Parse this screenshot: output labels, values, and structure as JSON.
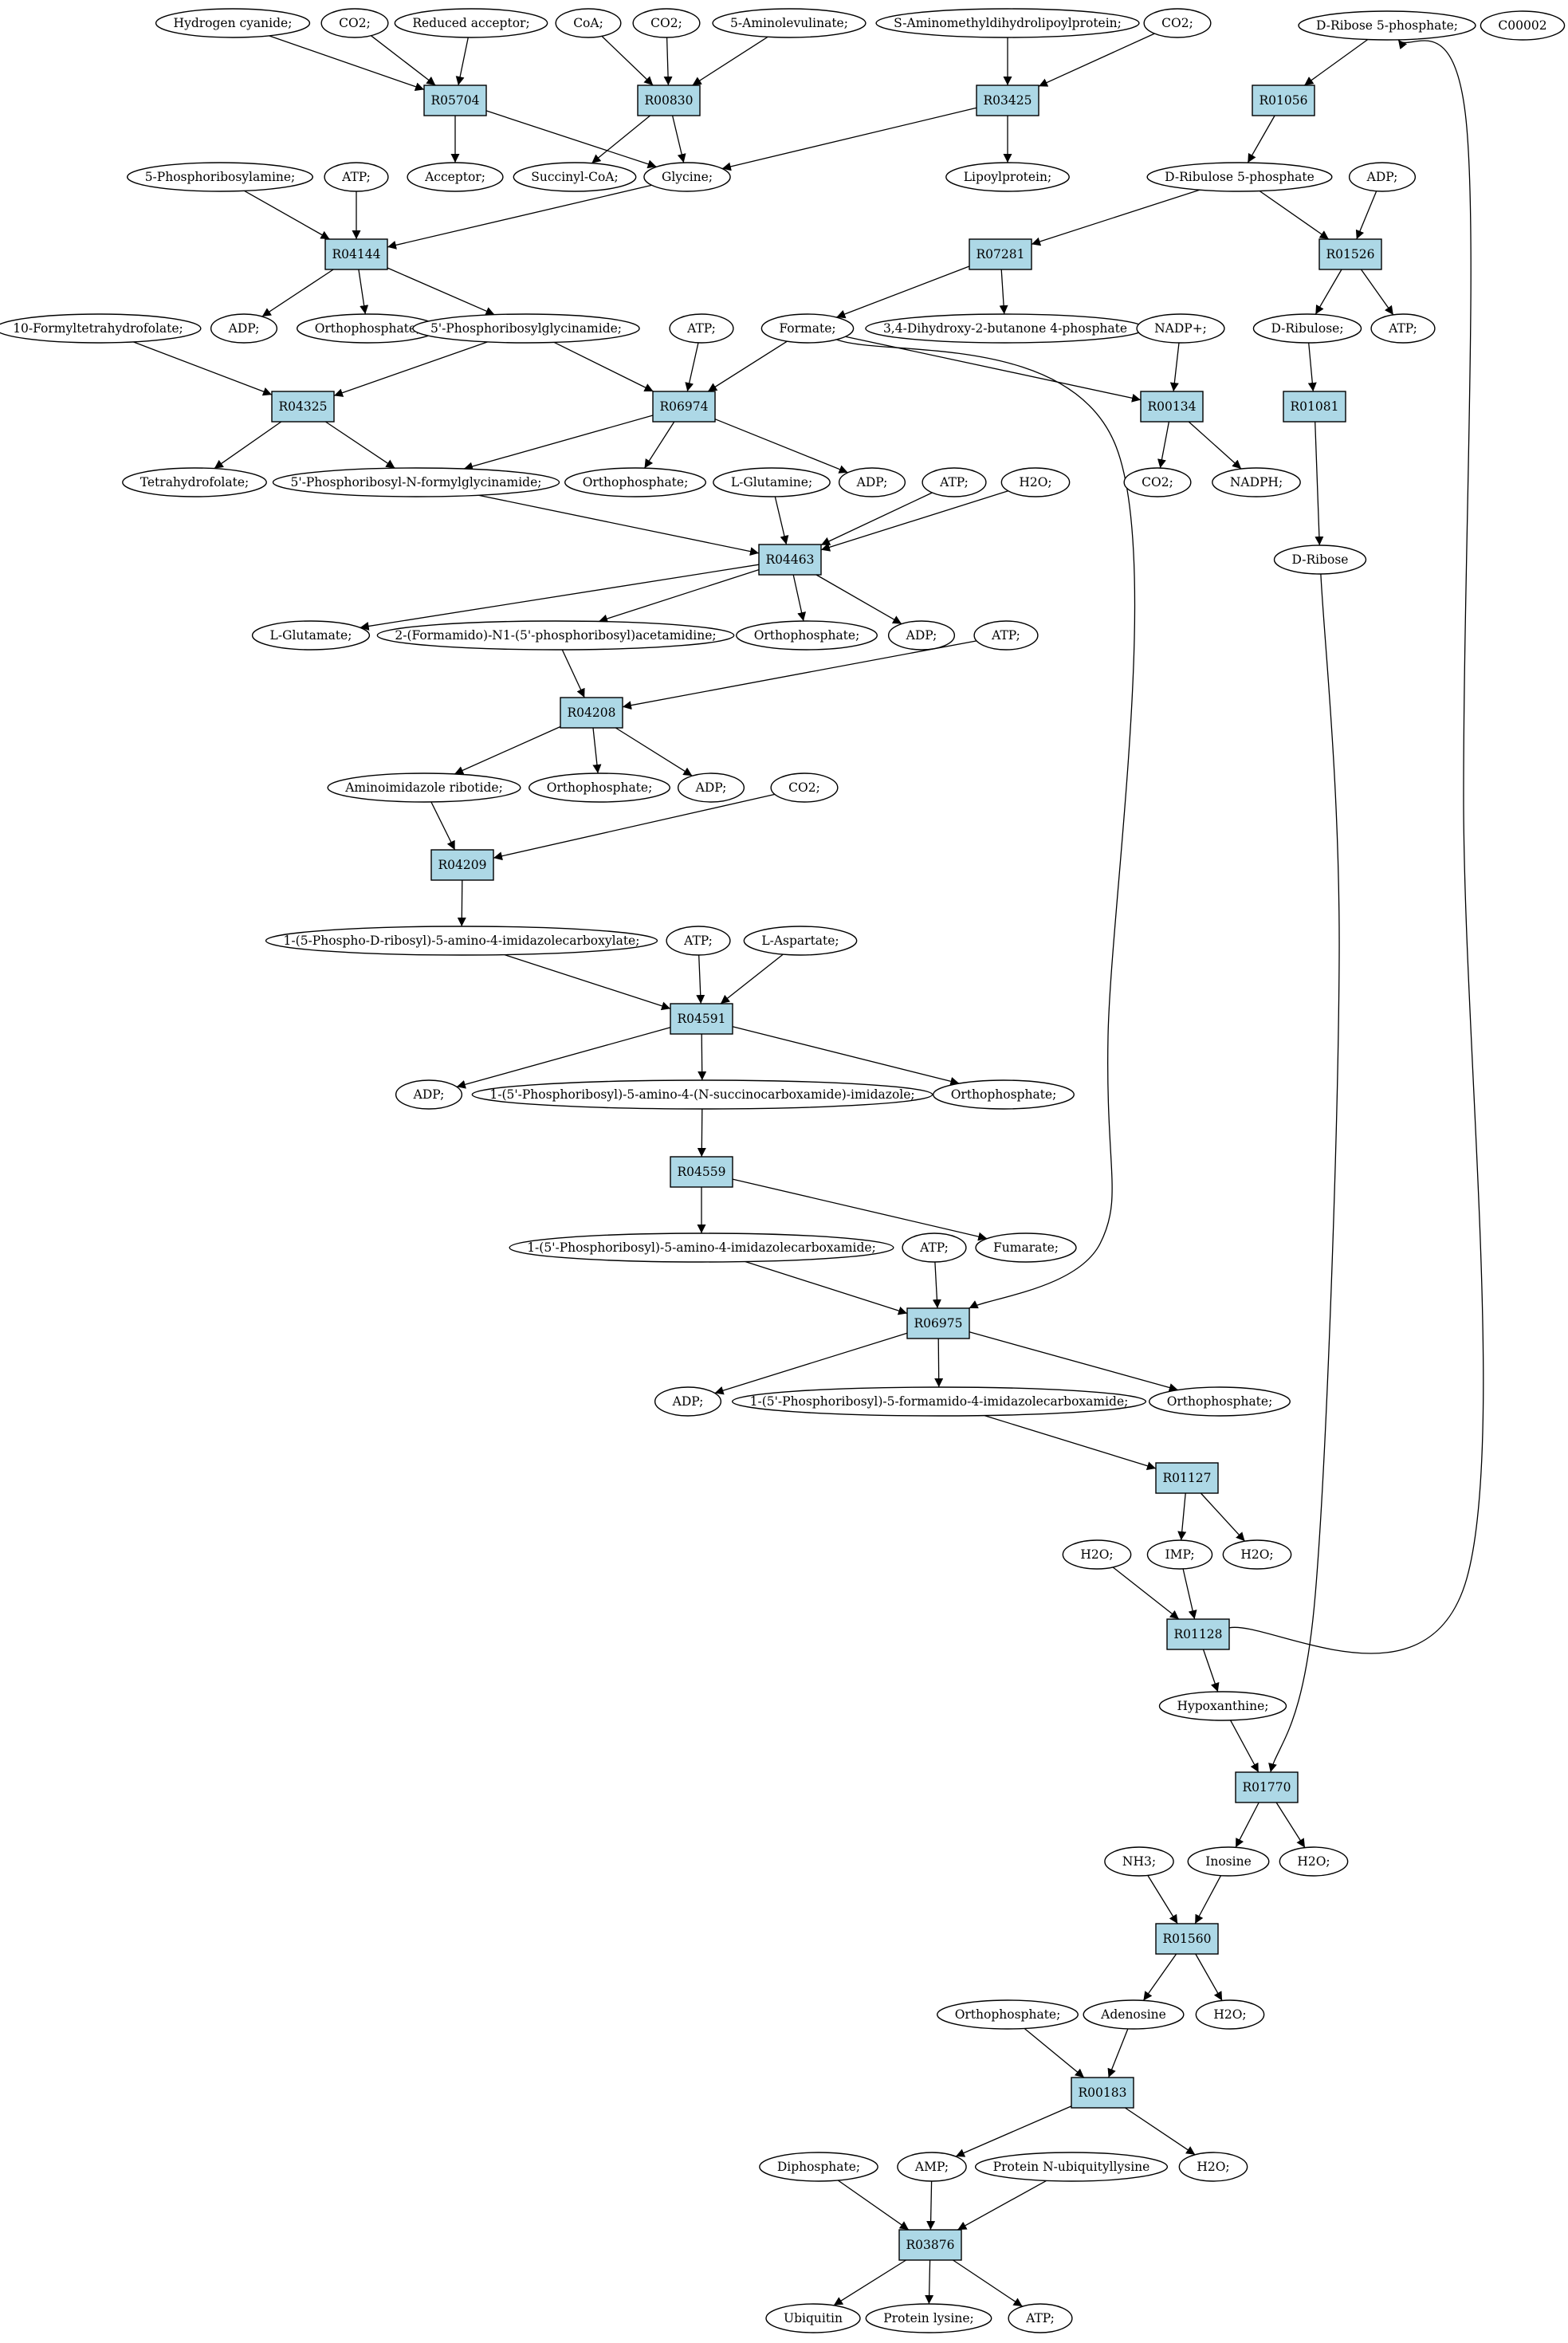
{
  "diagram": {
    "colors": {
      "reaction_fill": "#add8e6",
      "metabolite_fill": "#ffffff",
      "highlight_fill": "#00ff00",
      "legend_fill": "#ffff00",
      "line": "#000000"
    },
    "reactions": [
      {
        "id": "R05704",
        "label": "R05704"
      },
      {
        "id": "R00830",
        "label": "R00830"
      },
      {
        "id": "R03425",
        "label": "R03425"
      },
      {
        "id": "R01056",
        "label": "R01056"
      },
      {
        "id": "R04144",
        "label": "R04144"
      },
      {
        "id": "R07281",
        "label": "R07281"
      },
      {
        "id": "R01526",
        "label": "R01526"
      },
      {
        "id": "R04325",
        "label": "R04325"
      },
      {
        "id": "R06974",
        "label": "R06974"
      },
      {
        "id": "R00134",
        "label": "R00134"
      },
      {
        "id": "R01081",
        "label": "R01081"
      },
      {
        "id": "R04463",
        "label": "R04463"
      },
      {
        "id": "R04208",
        "label": "R04208"
      },
      {
        "id": "R04209",
        "label": "R04209"
      },
      {
        "id": "R04591",
        "label": "R04591"
      },
      {
        "id": "R04559",
        "label": "R04559"
      },
      {
        "id": "R06975",
        "label": "R06975"
      },
      {
        "id": "R01127",
        "label": "R01127"
      },
      {
        "id": "R01128",
        "label": "R01128"
      },
      {
        "id": "R01770",
        "label": "R01770"
      },
      {
        "id": "R01560",
        "label": "R01560"
      },
      {
        "id": "R00183",
        "label": "R00183"
      },
      {
        "id": "R03876",
        "label": "R03876"
      }
    ],
    "metabolites": [
      {
        "id": "m_hcn",
        "label": "Hydrogen cyanide;"
      },
      {
        "id": "m_co2_a",
        "label": "CO2;"
      },
      {
        "id": "m_redacc",
        "label": "Reduced acceptor;"
      },
      {
        "id": "m_coa",
        "label": "CoA;"
      },
      {
        "id": "m_co2_b",
        "label": "CO2;"
      },
      {
        "id": "m_ala",
        "label": "5-Aminolevulinate;"
      },
      {
        "id": "m_samlp",
        "label": "S-Aminomethyldihydrolipoylprotein;"
      },
      {
        "id": "m_co2_c",
        "label": "CO2;"
      },
      {
        "id": "m_r5p",
        "label": "D-Ribose 5-phosphate;",
        "style": "highlight"
      },
      {
        "id": "m_c00002",
        "label": "C00002",
        "style": "legend"
      },
      {
        "id": "m_acceptor",
        "label": "Acceptor;"
      },
      {
        "id": "m_succoa",
        "label": "Succinyl-CoA;"
      },
      {
        "id": "m_glycine",
        "label": "Glycine;"
      },
      {
        "id": "m_lipoyl",
        "label": "Lipoylprotein;"
      },
      {
        "id": "m_ru5p",
        "label": "D-Ribulose 5-phosphate"
      },
      {
        "id": "m_adp_a",
        "label": "ADP;"
      },
      {
        "id": "m_pra",
        "label": "5-Phosphoribosylamine;"
      },
      {
        "id": "m_atp_a",
        "label": "ATP;"
      },
      {
        "id": "m_adp_b",
        "label": "ADP;"
      },
      {
        "id": "m_pi_a",
        "label": "Orthophosphate;"
      },
      {
        "id": "m_gar",
        "label": "5'-Phosphoribosylglycinamide;"
      },
      {
        "id": "m_fthf",
        "label": "10-Formyltetrahydrofolate;"
      },
      {
        "id": "m_atp_b",
        "label": "ATP;"
      },
      {
        "id": "m_formate",
        "label": "Formate;"
      },
      {
        "id": "m_dhbp",
        "label": "3,4-Dihydroxy-2-butanone 4-phosphate"
      },
      {
        "id": "m_nadp",
        "label": "NADP+;"
      },
      {
        "id": "m_ribulose",
        "label": "D-Ribulose;"
      },
      {
        "id": "m_atp_c",
        "label": "ATP;"
      },
      {
        "id": "m_thf",
        "label": "Tetrahydrofolate;"
      },
      {
        "id": "m_fgar",
        "label": "5'-Phosphoribosyl-N-formylglycinamide;"
      },
      {
        "id": "m_pi_b",
        "label": "Orthophosphate;"
      },
      {
        "id": "m_gln",
        "label": "L-Glutamine;"
      },
      {
        "id": "m_adp_c",
        "label": "ADP;"
      },
      {
        "id": "m_atp_d",
        "label": "ATP;"
      },
      {
        "id": "m_h2o_a",
        "label": "H2O;"
      },
      {
        "id": "m_co2_d",
        "label": "CO2;"
      },
      {
        "id": "m_nadph",
        "label": "NADPH;"
      },
      {
        "id": "m_ribose",
        "label": "D-Ribose"
      },
      {
        "id": "m_glu",
        "label": "L-Glutamate;"
      },
      {
        "id": "m_fgam",
        "label": "2-(Formamido)-N1-(5'-phosphoribosyl)acetamidine;"
      },
      {
        "id": "m_pi_c",
        "label": "Orthophosphate;"
      },
      {
        "id": "m_adp_d",
        "label": "ADP;"
      },
      {
        "id": "m_atp_e",
        "label": "ATP;"
      },
      {
        "id": "m_air",
        "label": "Aminoimidazole ribotide;"
      },
      {
        "id": "m_pi_d",
        "label": "Orthophosphate;"
      },
      {
        "id": "m_adp_e",
        "label": "ADP;"
      },
      {
        "id": "m_co2_e",
        "label": "CO2;"
      },
      {
        "id": "m_cair",
        "label": "1-(5-Phospho-D-ribosyl)-5-amino-4-imidazolecarboxylate;"
      },
      {
        "id": "m_atp_f",
        "label": "ATP;"
      },
      {
        "id": "m_asp",
        "label": "L-Aspartate;"
      },
      {
        "id": "m_adp_f",
        "label": "ADP;"
      },
      {
        "id": "m_saicar",
        "label": "1-(5'-Phosphoribosyl)-5-amino-4-(N-succinocarboxamide)-imidazole;"
      },
      {
        "id": "m_pi_e",
        "label": "Orthophosphate;"
      },
      {
        "id": "m_aicar",
        "label": "1-(5'-Phosphoribosyl)-5-amino-4-imidazolecarboxamide;"
      },
      {
        "id": "m_fumarate",
        "label": "Fumarate;"
      },
      {
        "id": "m_atp_g",
        "label": "ATP;"
      },
      {
        "id": "m_adp_g",
        "label": "ADP;"
      },
      {
        "id": "m_faicar",
        "label": "1-(5'-Phosphoribosyl)-5-formamido-4-imidazolecarboxamide;"
      },
      {
        "id": "m_pi_f",
        "label": "Orthophosphate;"
      },
      {
        "id": "m_h2o_b",
        "label": "H2O;"
      },
      {
        "id": "m_imp",
        "label": "IMP;"
      },
      {
        "id": "m_h2o_c",
        "label": "H2O;"
      },
      {
        "id": "m_hypox",
        "label": "Hypoxanthine;"
      },
      {
        "id": "m_nh3",
        "label": "NH3;"
      },
      {
        "id": "m_inosine",
        "label": "Inosine"
      },
      {
        "id": "m_h2o_d",
        "label": "H2O;"
      },
      {
        "id": "m_pi_g",
        "label": "Orthophosphate;"
      },
      {
        "id": "m_adenosine",
        "label": "Adenosine"
      },
      {
        "id": "m_h2o_e",
        "label": "H2O;"
      },
      {
        "id": "m_ppi",
        "label": "Diphosphate;"
      },
      {
        "id": "m_amp",
        "label": "AMP;"
      },
      {
        "id": "m_pnul",
        "label": "Protein N-ubiquityllysine"
      },
      {
        "id": "m_h2o_f",
        "label": "H2O;"
      },
      {
        "id": "m_ubiquitin",
        "label": "Ubiquitin"
      },
      {
        "id": "m_plys",
        "label": "Protein lysine;"
      },
      {
        "id": "m_atp_h",
        "label": "ATP;"
      }
    ],
    "edges": [
      {
        "from": "m_hcn",
        "to": "R05704"
      },
      {
        "from": "m_co2_a",
        "to": "R05704"
      },
      {
        "from": "m_redacc",
        "to": "R05704"
      },
      {
        "from": "R05704",
        "to": "m_acceptor"
      },
      {
        "from": "R05704",
        "to": "m_glycine"
      },
      {
        "from": "m_coa",
        "to": "R00830"
      },
      {
        "from": "m_co2_b",
        "to": "R00830"
      },
      {
        "from": "m_ala",
        "to": "R00830"
      },
      {
        "from": "R00830",
        "to": "m_succoa"
      },
      {
        "from": "R00830",
        "to": "m_glycine"
      },
      {
        "from": "m_samlp",
        "to": "R03425"
      },
      {
        "from": "m_co2_c",
        "to": "R03425"
      },
      {
        "from": "R03425",
        "to": "m_glycine"
      },
      {
        "from": "R03425",
        "to": "m_lipoyl"
      },
      {
        "from": "m_r5p",
        "to": "R01056"
      },
      {
        "from": "R01056",
        "to": "m_ru5p"
      },
      {
        "from": "m_pra",
        "to": "R04144"
      },
      {
        "from": "m_atp_a",
        "to": "R04144"
      },
      {
        "from": "m_glycine",
        "to": "R04144"
      },
      {
        "from": "R04144",
        "to": "m_adp_b"
      },
      {
        "from": "R04144",
        "to": "m_pi_a"
      },
      {
        "from": "R04144",
        "to": "m_gar"
      },
      {
        "from": "m_ru5p",
        "to": "R07281"
      },
      {
        "from": "R07281",
        "to": "m_formate"
      },
      {
        "from": "R07281",
        "to": "m_dhbp"
      },
      {
        "from": "m_ru5p",
        "to": "R01526"
      },
      {
        "from": "m_adp_a",
        "to": "R01526"
      },
      {
        "from": "R01526",
        "to": "m_ribulose"
      },
      {
        "from": "R01526",
        "to": "m_atp_c"
      },
      {
        "from": "m_fthf",
        "to": "R04325"
      },
      {
        "from": "m_gar",
        "to": "R04325"
      },
      {
        "from": "R04325",
        "to": "m_thf"
      },
      {
        "from": "R04325",
        "to": "m_fgar"
      },
      {
        "from": "m_gar",
        "to": "R06974"
      },
      {
        "from": "m_atp_b",
        "to": "R06974"
      },
      {
        "from": "m_formate",
        "to": "R06974"
      },
      {
        "from": "R06974",
        "to": "m_fgar"
      },
      {
        "from": "R06974",
        "to": "m_pi_b"
      },
      {
        "from": "R06974",
        "to": "m_adp_c"
      },
      {
        "from": "m_formate",
        "to": "R00134"
      },
      {
        "from": "m_nadp",
        "to": "R00134"
      },
      {
        "from": "R00134",
        "to": "m_co2_d"
      },
      {
        "from": "R00134",
        "to": "m_nadph"
      },
      {
        "from": "m_ribulose",
        "to": "R01081"
      },
      {
        "from": "R01081",
        "to": "m_ribose"
      },
      {
        "from": "m_fgar",
        "to": "R04463"
      },
      {
        "from": "m_gln",
        "to": "R04463"
      },
      {
        "from": "m_atp_d",
        "to": "R04463"
      },
      {
        "from": "m_h2o_a",
        "to": "R04463"
      },
      {
        "from": "R04463",
        "to": "m_glu"
      },
      {
        "from": "R04463",
        "to": "m_fgam"
      },
      {
        "from": "R04463",
        "to": "m_pi_c"
      },
      {
        "from": "R04463",
        "to": "m_adp_d"
      },
      {
        "from": "m_fgam",
        "to": "R04208"
      },
      {
        "from": "m_atp_e",
        "to": "R04208"
      },
      {
        "from": "R04208",
        "to": "m_air"
      },
      {
        "from": "R04208",
        "to": "m_pi_d"
      },
      {
        "from": "R04208",
        "to": "m_adp_e"
      },
      {
        "from": "m_air",
        "to": "R04209"
      },
      {
        "from": "m_co2_e",
        "to": "R04209"
      },
      {
        "from": "R04209",
        "to": "m_cair"
      },
      {
        "from": "m_cair",
        "to": "R04591"
      },
      {
        "from": "m_atp_f",
        "to": "R04591"
      },
      {
        "from": "m_asp",
        "to": "R04591"
      },
      {
        "from": "R04591",
        "to": "m_adp_f"
      },
      {
        "from": "R04591",
        "to": "m_saicar"
      },
      {
        "from": "R04591",
        "to": "m_pi_e"
      },
      {
        "from": "m_saicar",
        "to": "R04559"
      },
      {
        "from": "R04559",
        "to": "m_aicar"
      },
      {
        "from": "R04559",
        "to": "m_fumarate"
      },
      {
        "from": "m_aicar",
        "to": "R06975"
      },
      {
        "from": "m_atp_g",
        "to": "R06975"
      },
      {
        "from": "m_formate",
        "to": "R06975"
      },
      {
        "from": "R06975",
        "to": "m_adp_g"
      },
      {
        "from": "R06975",
        "to": "m_faicar"
      },
      {
        "from": "R06975",
        "to": "m_pi_f"
      },
      {
        "from": "m_faicar",
        "to": "R01127"
      },
      {
        "from": "R01127",
        "to": "m_imp"
      },
      {
        "from": "R01127",
        "to": "m_h2o_c"
      },
      {
        "from": "m_h2o_b",
        "to": "R01128"
      },
      {
        "from": "m_imp",
        "to": "R01128"
      },
      {
        "from": "R01128",
        "to": "m_hypox"
      },
      {
        "from": "R01128",
        "to": "m_r5p"
      },
      {
        "from": "m_hypox",
        "to": "R01770"
      },
      {
        "from": "m_ribose",
        "to": "R01770"
      },
      {
        "from": "R01770",
        "to": "m_inosine"
      },
      {
        "from": "R01770",
        "to": "m_h2o_d"
      },
      {
        "from": "m_nh3",
        "to": "R01560"
      },
      {
        "from": "m_inosine",
        "to": "R01560"
      },
      {
        "from": "R01560",
        "to": "m_adenosine"
      },
      {
        "from": "R01560",
        "to": "m_h2o_e"
      },
      {
        "from": "m_pi_g",
        "to": "R00183"
      },
      {
        "from": "m_adenosine",
        "to": "R00183"
      },
      {
        "from": "R00183",
        "to": "m_amp"
      },
      {
        "from": "R00183",
        "to": "m_h2o_f"
      },
      {
        "from": "m_ppi",
        "to": "R03876"
      },
      {
        "from": "m_amp",
        "to": "R03876"
      },
      {
        "from": "m_pnul",
        "to": "R03876"
      },
      {
        "from": "R03876",
        "to": "m_ubiquitin"
      },
      {
        "from": "R03876",
        "to": "m_plys"
      },
      {
        "from": "R03876",
        "to": "m_atp_h"
      }
    ]
  }
}
